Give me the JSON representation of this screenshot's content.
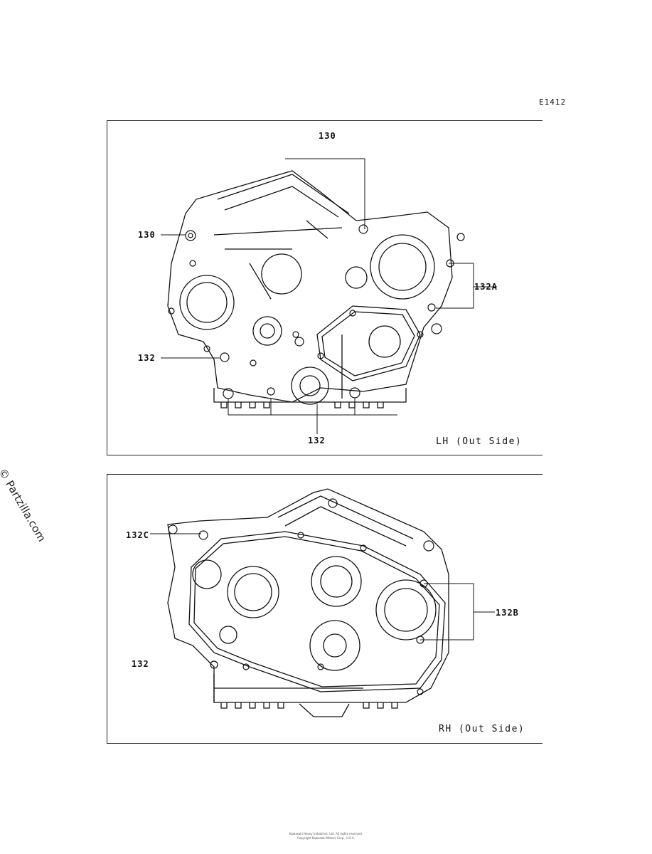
{
  "diagram_code": "E1412",
  "panels": {
    "lh": {
      "view_label": "LH (Out Side)",
      "callouts": {
        "top": "130",
        "left": "130",
        "right": "132A",
        "left_bottom": "132",
        "bottom": "132"
      }
    },
    "rh": {
      "view_label": "RH (Out Side)",
      "callouts": {
        "top_left": "132C",
        "right": "132B",
        "left": "132"
      }
    }
  },
  "watermark": "© Partzilla.com",
  "copyright_lines": [
    "Kawasaki Heavy Industries, Ltd. All rights reserved.",
    "Copyright Kawasaki Motors Corp., U.S.A."
  ]
}
